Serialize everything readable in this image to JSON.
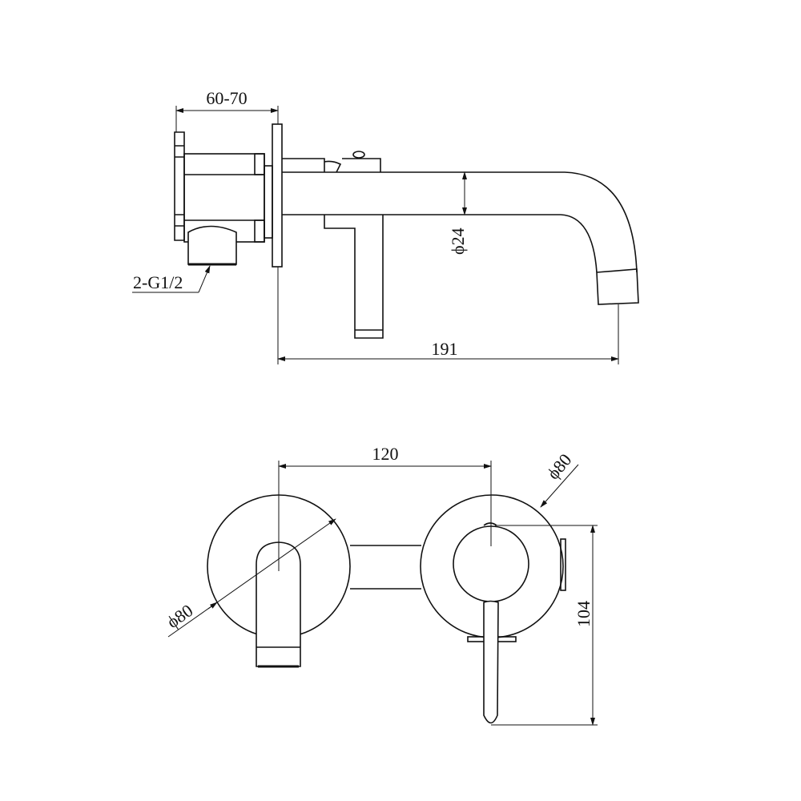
{
  "side_view": {
    "dim_depth": "60-70",
    "dim_pipe_diameter": "ϕ24",
    "dim_projection": "191",
    "inlet_label": "2-G1/2"
  },
  "front_view": {
    "dim_centers": "120",
    "dim_left_plate_diameter": "ϕ80",
    "dim_right_plate_diameter": "ϕ80",
    "dim_handle_height": "104"
  },
  "colors": {
    "line": "#111111",
    "background": "#ffffff"
  }
}
